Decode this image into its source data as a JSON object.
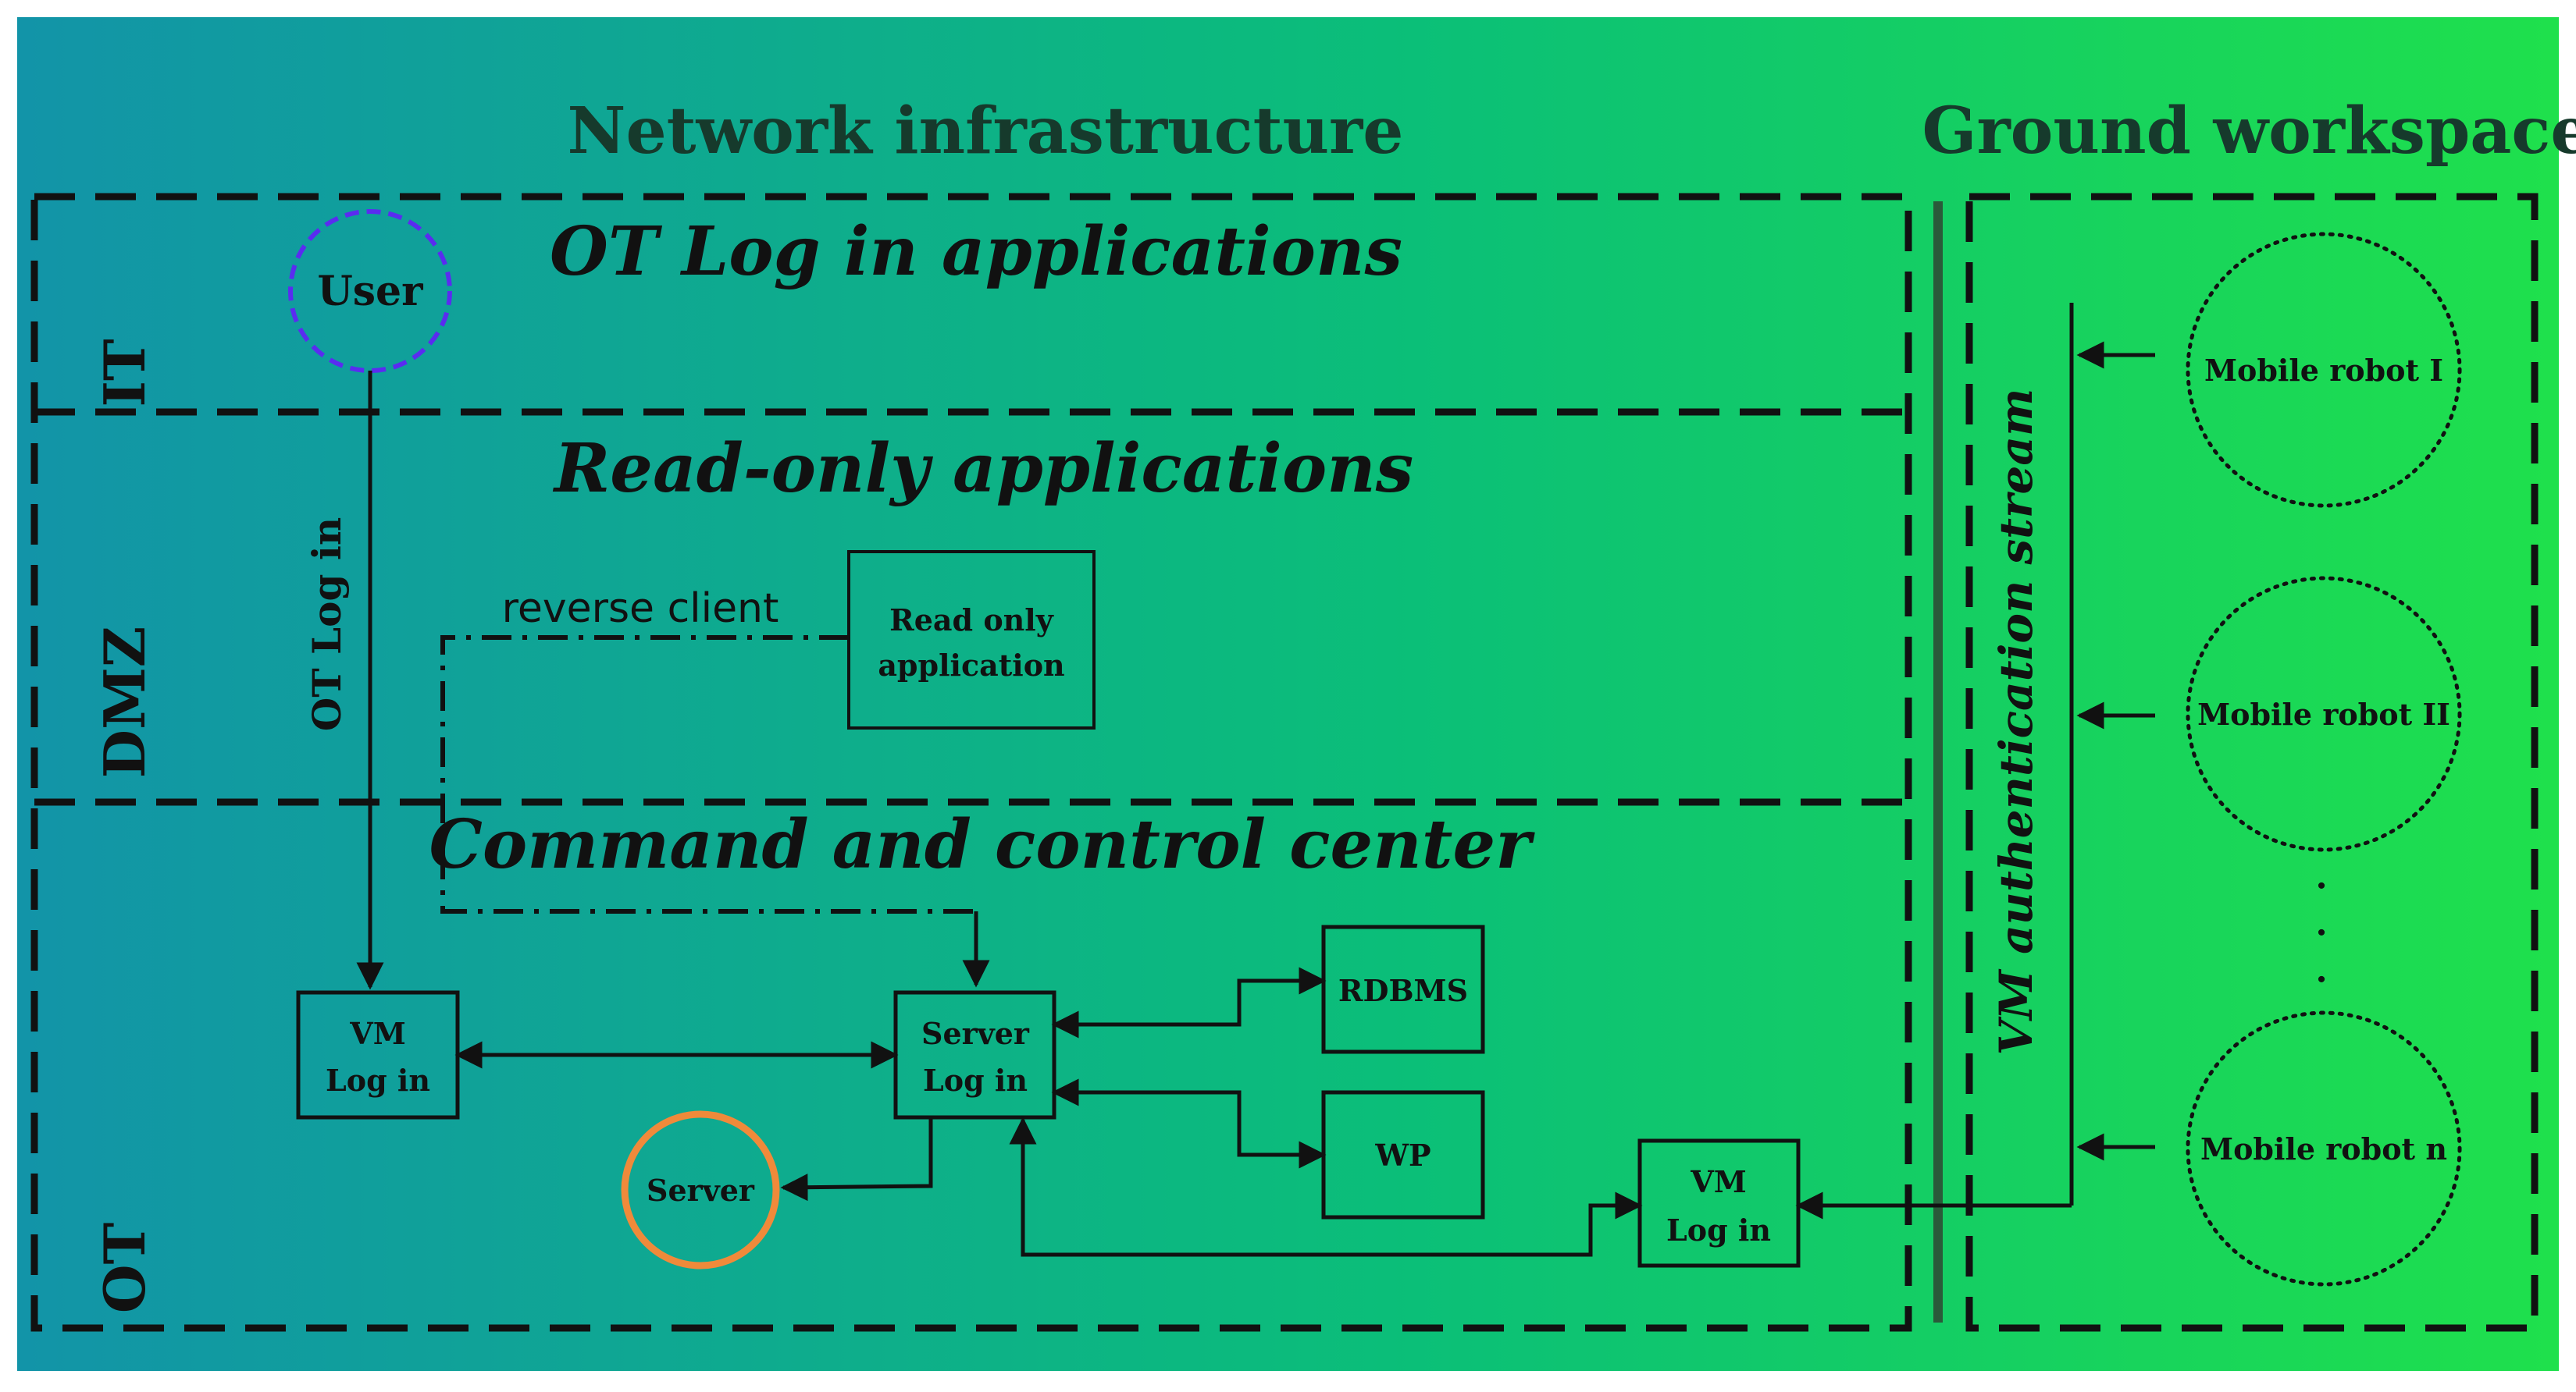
{
  "titles": {
    "network": "Network infrastructure",
    "ground": "Ground  workspace"
  },
  "bands": {
    "it_band": "OT Log in applications",
    "dmz_band": "Read-only applications",
    "ot_band": "Command and control center"
  },
  "zones": {
    "it": "IT",
    "dmz": "DMZ",
    "ot": "OT"
  },
  "nodes": {
    "user": "User",
    "read_only_app_line1": "Read only",
    "read_only_app_line2": "application",
    "vm_login_left_line1": "VM",
    "vm_login_left_line2": "Log in",
    "server_login_line1": "Server",
    "server_login_line2": "Log in",
    "rdbms": "RDBMS",
    "wp": "WP",
    "server": "Server",
    "vm_login_right_line1": "VM",
    "vm_login_right_line2": "Log in"
  },
  "labels": {
    "ot_login": "OT Log in",
    "reverse_client": "reverse client",
    "vm_auth_stream": "VM authentication stream"
  },
  "robots": {
    "r1": "Mobile robot I",
    "r2": "Mobile robot II",
    "rn": "Mobile robot n",
    "ellipsis": "·\n·\n·"
  },
  "colors": {
    "gradient_start": "#1294a8",
    "gradient_end": "#1fe04c",
    "user_circle": "#5a2cf0",
    "server_circle": "#f08a3a"
  }
}
